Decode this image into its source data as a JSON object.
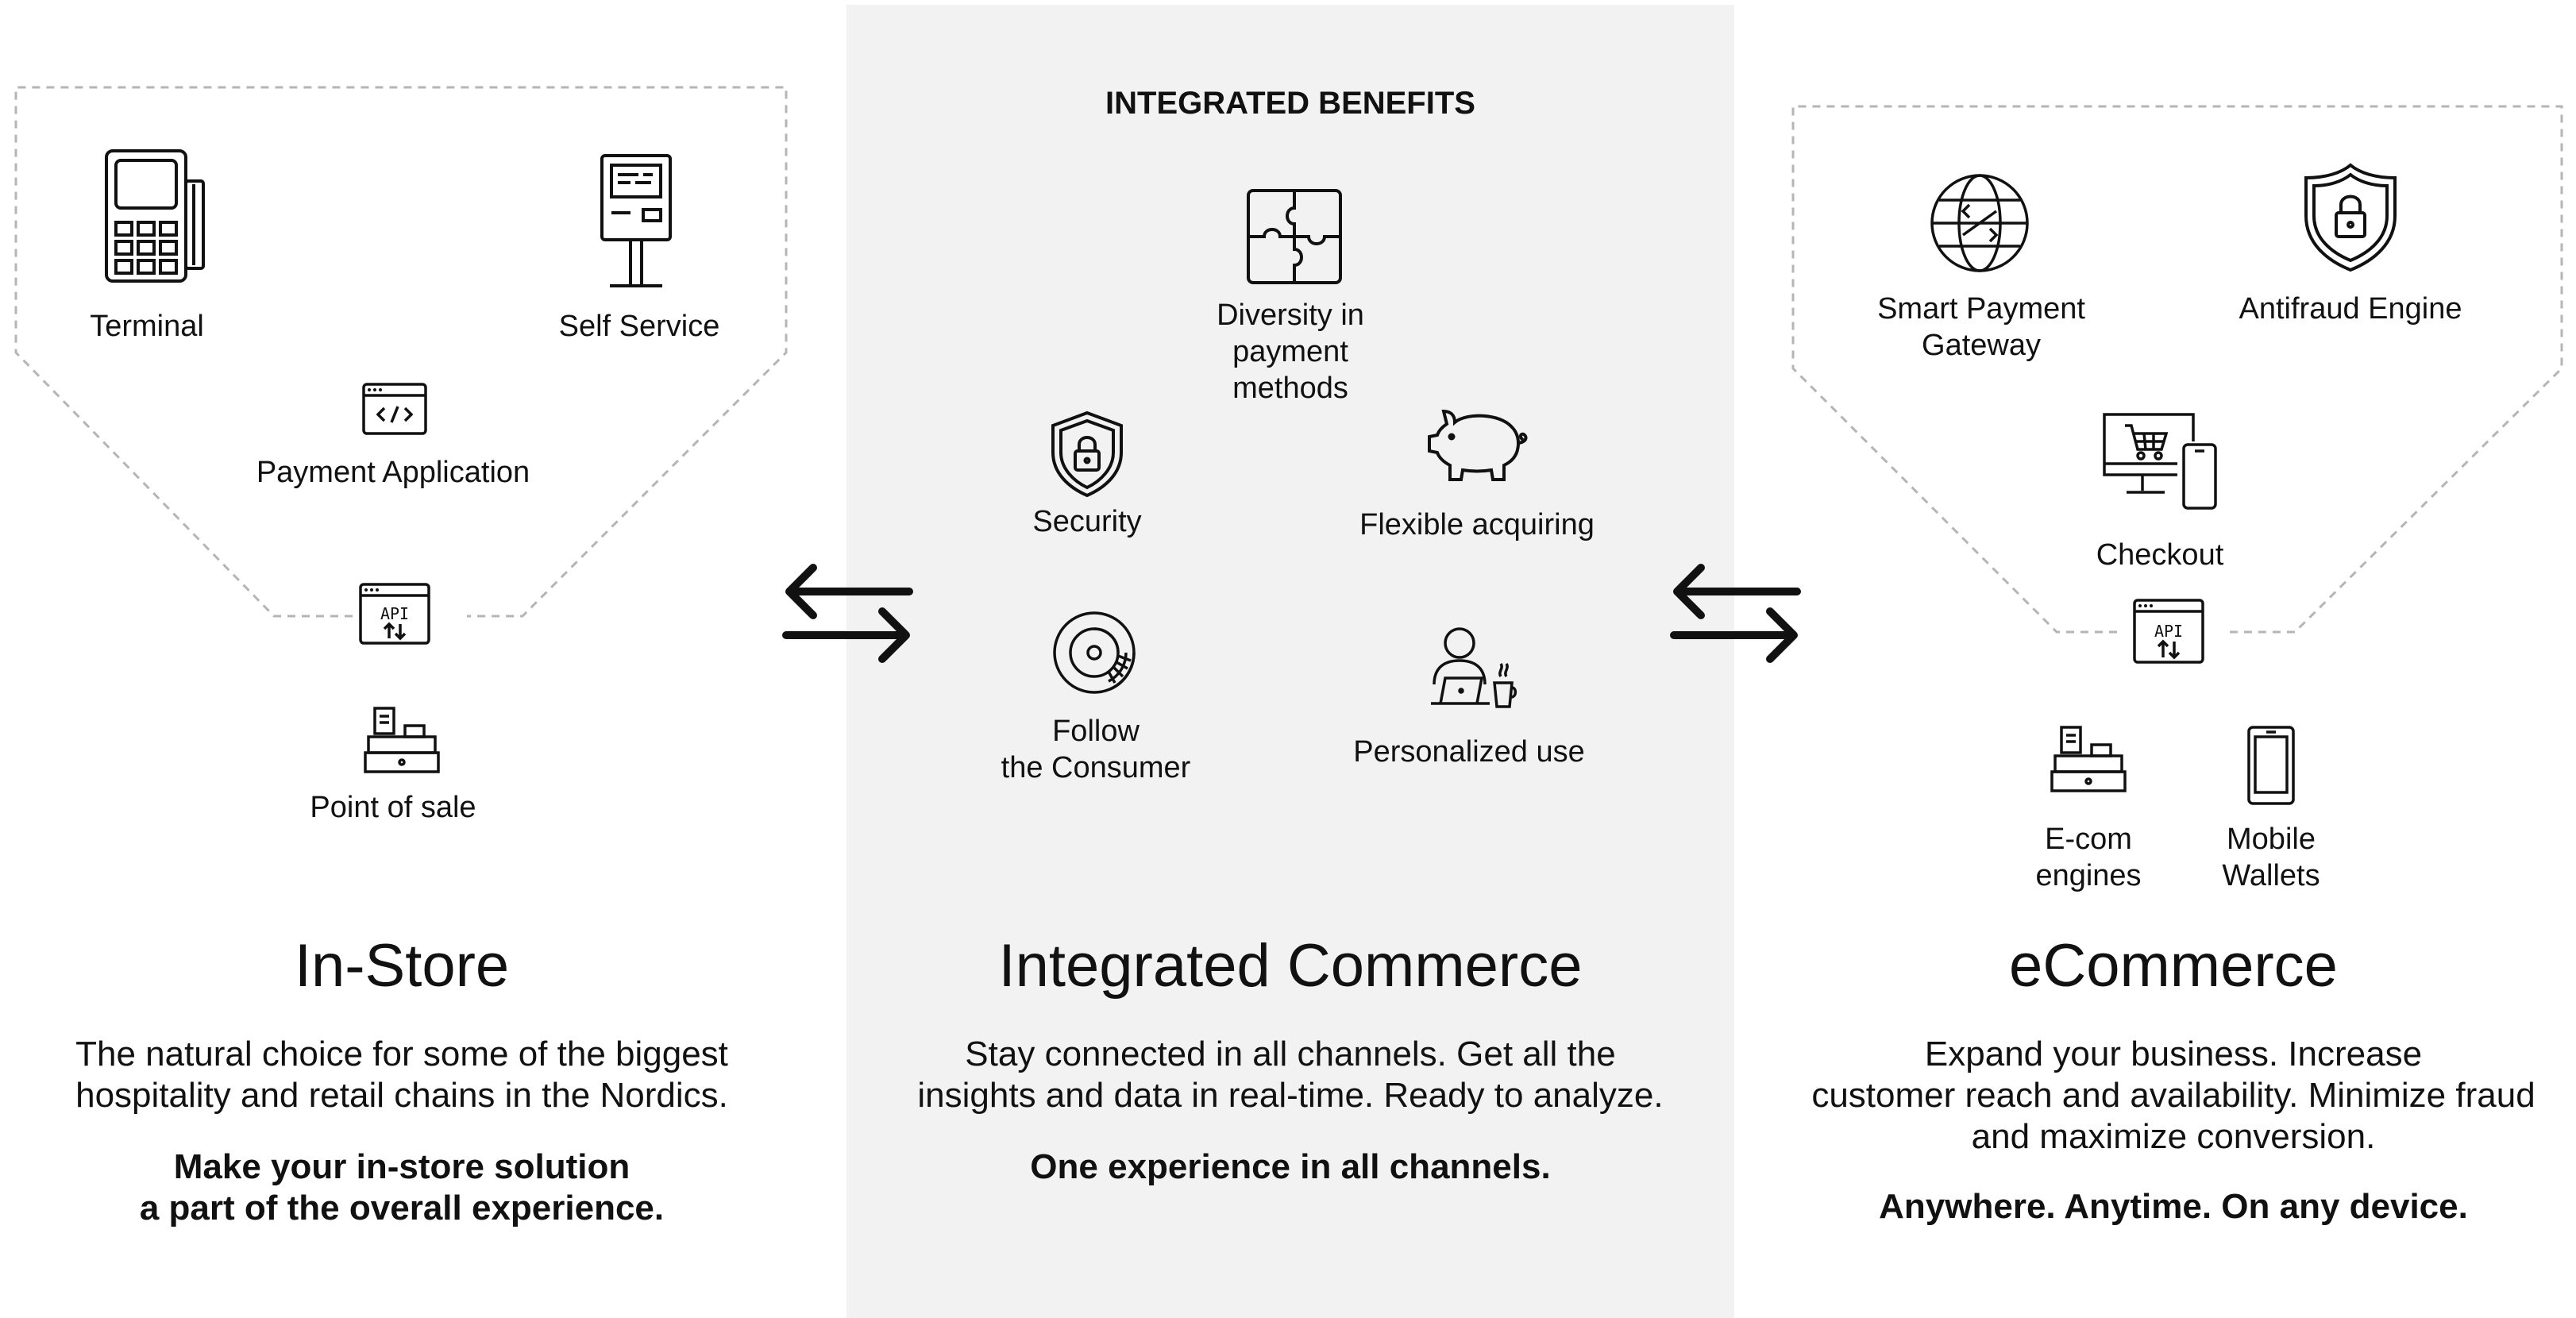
{
  "center": {
    "title": "INTEGRATED BENEFITS",
    "benefits": {
      "diversity": "Diversity in\npayment\nmethods",
      "security": "Security",
      "flexible": "Flexible acquiring",
      "follow": "Follow\nthe Consumer",
      "personalized": "Personalized use"
    },
    "heading": "Integrated Commerce",
    "description": "Stay connected in all channels. Get all the\ninsights and data in real-time. Ready to analyze.",
    "tagline": "One experience in all channels."
  },
  "instore": {
    "items": {
      "terminal": "Terminal",
      "self_service": "Self Service",
      "payment_application": "Payment Application",
      "api": "API",
      "point_of_sale": "Point of sale"
    },
    "heading": "In-Store",
    "description": "The natural choice for some of the biggest\nhospitality and retail chains in the Nordics.",
    "tagline": "Make your in-store solution\na part of the overall experience."
  },
  "ecommerce": {
    "items": {
      "gateway": "Smart Payment\nGateway",
      "antifraud": "Antifraud Engine",
      "checkout": "Checkout",
      "api": "API",
      "ecom_engines": "E-com\nengines",
      "mobile_wallets": "Mobile\nWallets"
    },
    "heading": "eCommerce",
    "description": "Expand your business. Increase\ncustomer reach and availability. Minimize fraud\nand maximize conversion.",
    "tagline": "Anywhere. Anytime. On any device."
  },
  "colors": {
    "panel": "#f2f2f2",
    "ink": "#111111",
    "dashed": "#b5b5b5"
  }
}
